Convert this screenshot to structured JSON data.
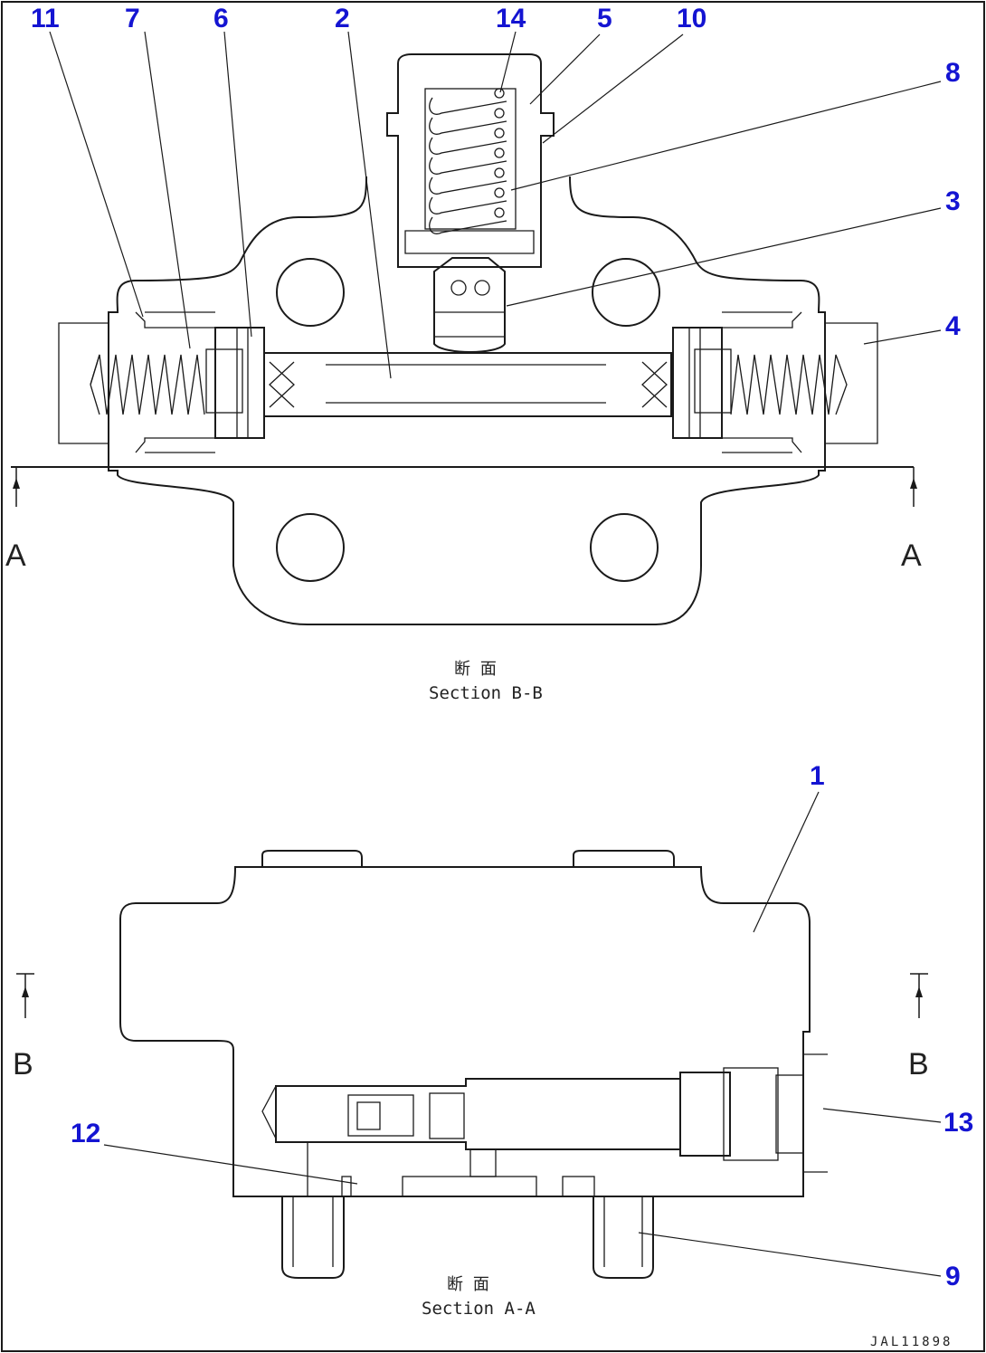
{
  "section_bb": {
    "caption_jp": "断 面",
    "caption": "Section B-B",
    "cut_marker_left": "A",
    "cut_marker_right": "A"
  },
  "section_aa": {
    "caption_jp": "断 面",
    "caption": "Section A-A",
    "cut_marker_left": "B",
    "cut_marker_right": "B"
  },
  "callouts": {
    "c1": "1",
    "c2": "2",
    "c3": "3",
    "c4": "4",
    "c5": "5",
    "c6": "6",
    "c7": "7",
    "c8": "8",
    "c9": "9",
    "c10": "10",
    "c11": "11",
    "c12": "12",
    "c13": "13",
    "c14": "14"
  },
  "drawing_id": "JAL11898",
  "colors": {
    "callout": "#1414d2",
    "linework": "#1a1a1a"
  }
}
